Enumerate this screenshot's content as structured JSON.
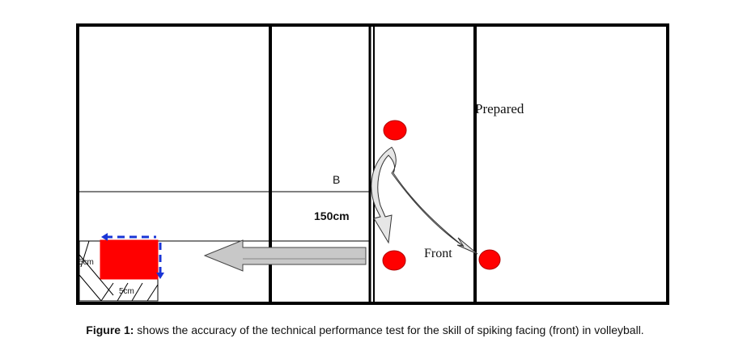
{
  "labels": {
    "prepared": "Prepared",
    "front": "Front",
    "b": "B",
    "distance": "150cm",
    "target_side": "5cm",
    "target_bottom": "5cm"
  },
  "caption": {
    "lead": "Figure 1:",
    "text": " shows the accuracy of the technical performance test for the skill of spiking facing (front) in volleyball."
  },
  "colors": {
    "ball": "#ff0000",
    "target": "#ff0000",
    "target_border": "#1a35d6",
    "arrow_fill": "#c8c8c8",
    "court_line": "#000000"
  }
}
